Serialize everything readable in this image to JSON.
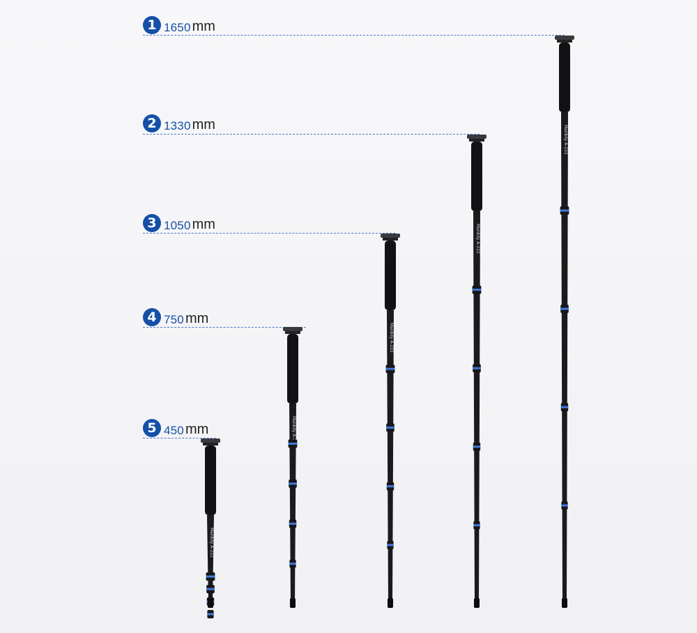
{
  "colors": {
    "accent_blue": "#1450a8",
    "guide_line": "#4a76c4",
    "pole": "#1b1b1d",
    "grip": "#121214",
    "ring_blue": "#3f7ad8",
    "background": "#f4f4f6"
  },
  "brand_text": "Manbily",
  "model_text": "A-222",
  "heights": [
    {
      "index": "1",
      "value": "1650",
      "unit": "mm",
      "length_mm": 1650,
      "sections": 5
    },
    {
      "index": "2",
      "value": "1330",
      "unit": "mm",
      "length_mm": 1330,
      "sections": 5
    },
    {
      "index": "3",
      "value": "1050",
      "unit": "mm",
      "length_mm": 1050,
      "sections": 5
    },
    {
      "index": "4",
      "value": "750",
      "unit": "mm",
      "length_mm": 750,
      "sections": 5
    },
    {
      "index": "5",
      "value": "450",
      "unit": "mm",
      "length_mm": 450,
      "sections": 5
    }
  ]
}
